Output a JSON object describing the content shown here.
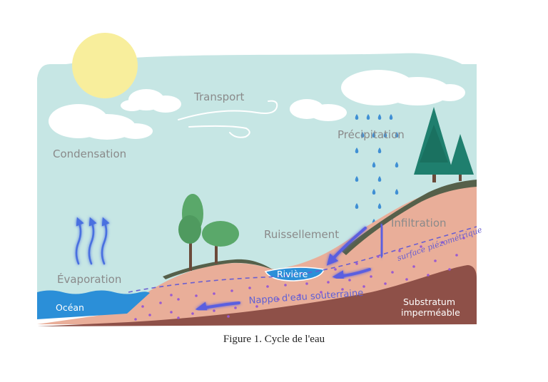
{
  "labels": {
    "transport": "Transport",
    "condensation": "Condensation",
    "precipitation": "Précipitation",
    "evaporation": "Évaporation",
    "ruissellement": "Ruissellement",
    "infiltration": "Infiltration",
    "surface_piezo": "surface piézométrique",
    "riviere": "Rivière",
    "ocean": "Océan",
    "nappe": "Nappe d'eau souterraine",
    "substratum_line1": "Substratum",
    "substratum_line2": "imperméable"
  },
  "caption": "Figure 1. Cycle de l'eau",
  "colors": {
    "sky": "#c6e6e4",
    "sun": "#f8ee9c",
    "cloud": "#ffffff",
    "soil": "#e9ae99",
    "substratum": "#8e5048",
    "grass": "#56604a",
    "water": "#2b8fd8",
    "arrow": "#5a5fe0",
    "rain": "#3f8fd4",
    "tree_dark": "#1f7f6e",
    "tree_light": "#5aa86a",
    "dots": "#9a5ad0"
  }
}
